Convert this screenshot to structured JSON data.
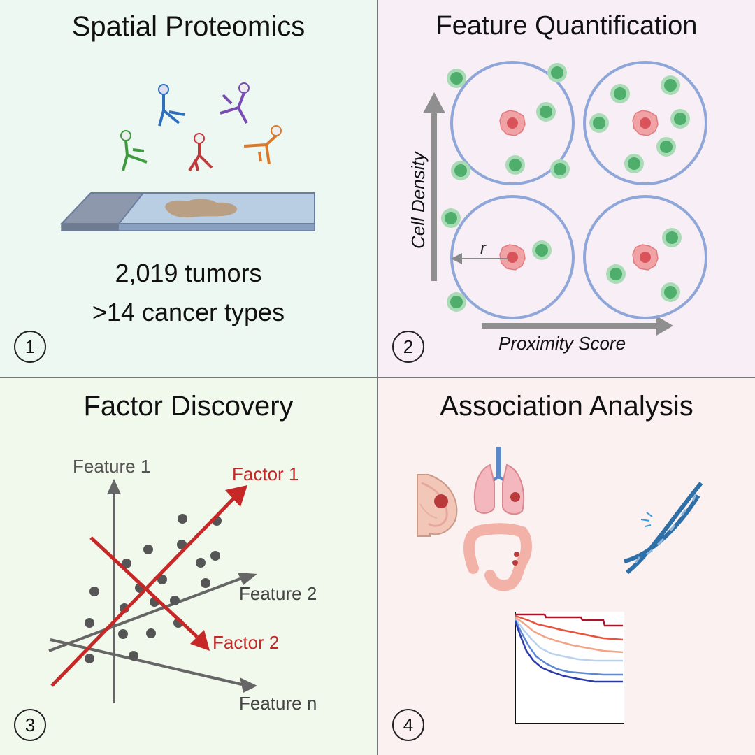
{
  "panels": [
    {
      "number": "1",
      "title": "Spatial Proteomics",
      "stats": [
        "2,019 tumors",
        ">14 cancer types"
      ]
    },
    {
      "number": "2",
      "title": "Feature Quantification",
      "y_axis_label": "Cell Density",
      "x_axis_label": "Proximity Score",
      "radius_label": "r"
    },
    {
      "number": "3",
      "title": "Factor Discovery",
      "axes": [
        "Feature 1",
        "Feature 2",
        "Feature n"
      ],
      "factors": [
        "Factor 1",
        "Factor 2"
      ]
    },
    {
      "number": "4",
      "title": "Association Analysis"
    }
  ],
  "colors": {
    "panel1_bg": "#eef8f2",
    "panel2_bg": "#f7eef6",
    "panel3_bg": "#f1f8ec",
    "panel4_bg": "#fbf1f0",
    "factor_red": "#c62828",
    "axis_gray": "#666666",
    "circle_blue": "#8ea6d8",
    "cell_green": "#5cb87a",
    "tumor_pink": "#e98a8f"
  },
  "icons": [
    "antibody-icon",
    "tissue-slide-icon",
    "immune-cell-icon",
    "tumor-cell-icon",
    "breast-icon",
    "lungs-icon",
    "colon-icon",
    "dna-icon",
    "survival-curve-icon"
  ]
}
